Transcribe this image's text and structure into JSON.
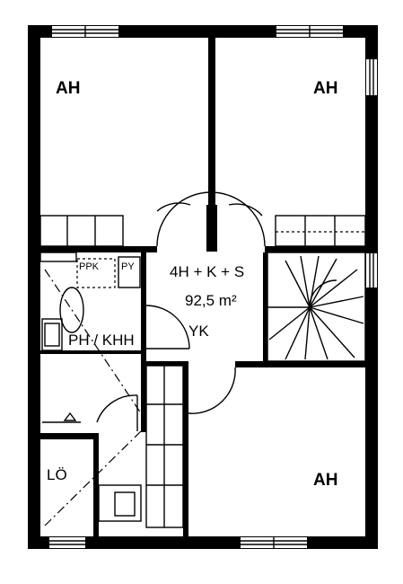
{
  "plan": {
    "rooms": {
      "bedroom_top_left": "AH",
      "bedroom_top_right": "AH",
      "bedroom_bottom_right": "AH",
      "bathroom": "PH / KHH",
      "hall": "YK",
      "storage": "LÖ",
      "washer": "PPK",
      "shower": "PY"
    },
    "summary": {
      "layout": "4H + K + S",
      "area": "92,5 m²"
    }
  }
}
